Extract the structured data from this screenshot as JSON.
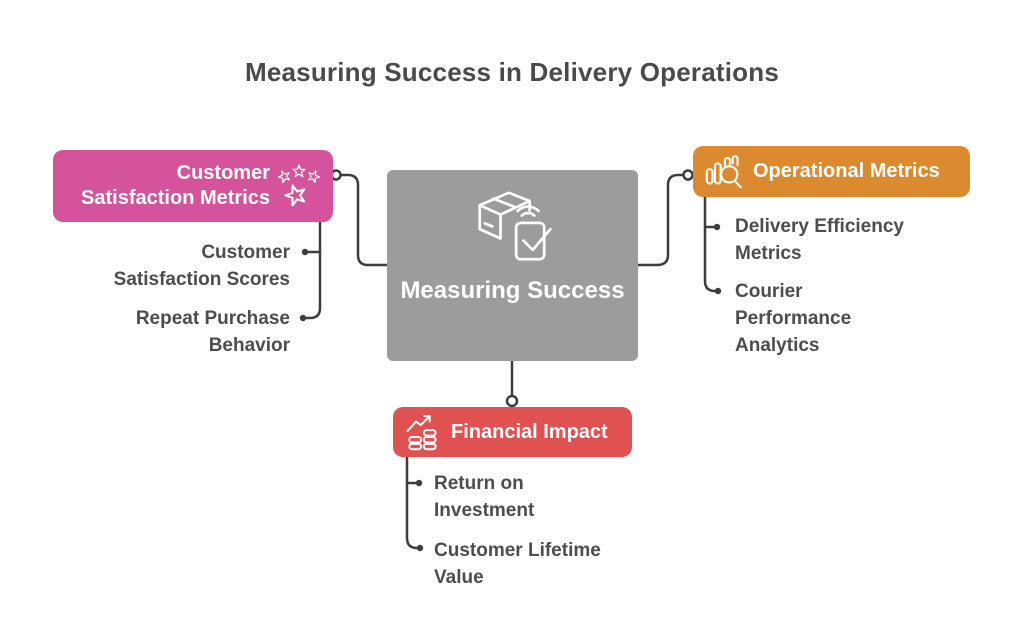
{
  "title": "Measuring Success in Delivery Operations",
  "colors": {
    "pink": "#d5539b",
    "orange": "#db8a2f",
    "red": "#e05252",
    "gray": "#9c9c9c",
    "connector": "#3d3d3d",
    "text": "#4d4d4d"
  },
  "center": {
    "label": "Measuring Success",
    "icon": "package-delivery-check-icon"
  },
  "branches": [
    {
      "label": "Customer Satisfaction Metrics",
      "icon": "rating-stars-icon",
      "color": "#d5539b",
      "children": [
        "Customer Satisfaction Scores",
        "Repeat Purchase Behavior"
      ]
    },
    {
      "label": "Operational Metrics",
      "icon": "bar-chart-search-icon",
      "color": "#db8a2f",
      "children": [
        "Delivery Efficiency Metrics",
        "Courier Performance Analytics"
      ]
    },
    {
      "label": "Financial Impact",
      "icon": "coins-growth-icon",
      "color": "#e05252",
      "children": [
        "Return on Investment",
        "Customer Lifetime Value"
      ]
    }
  ]
}
